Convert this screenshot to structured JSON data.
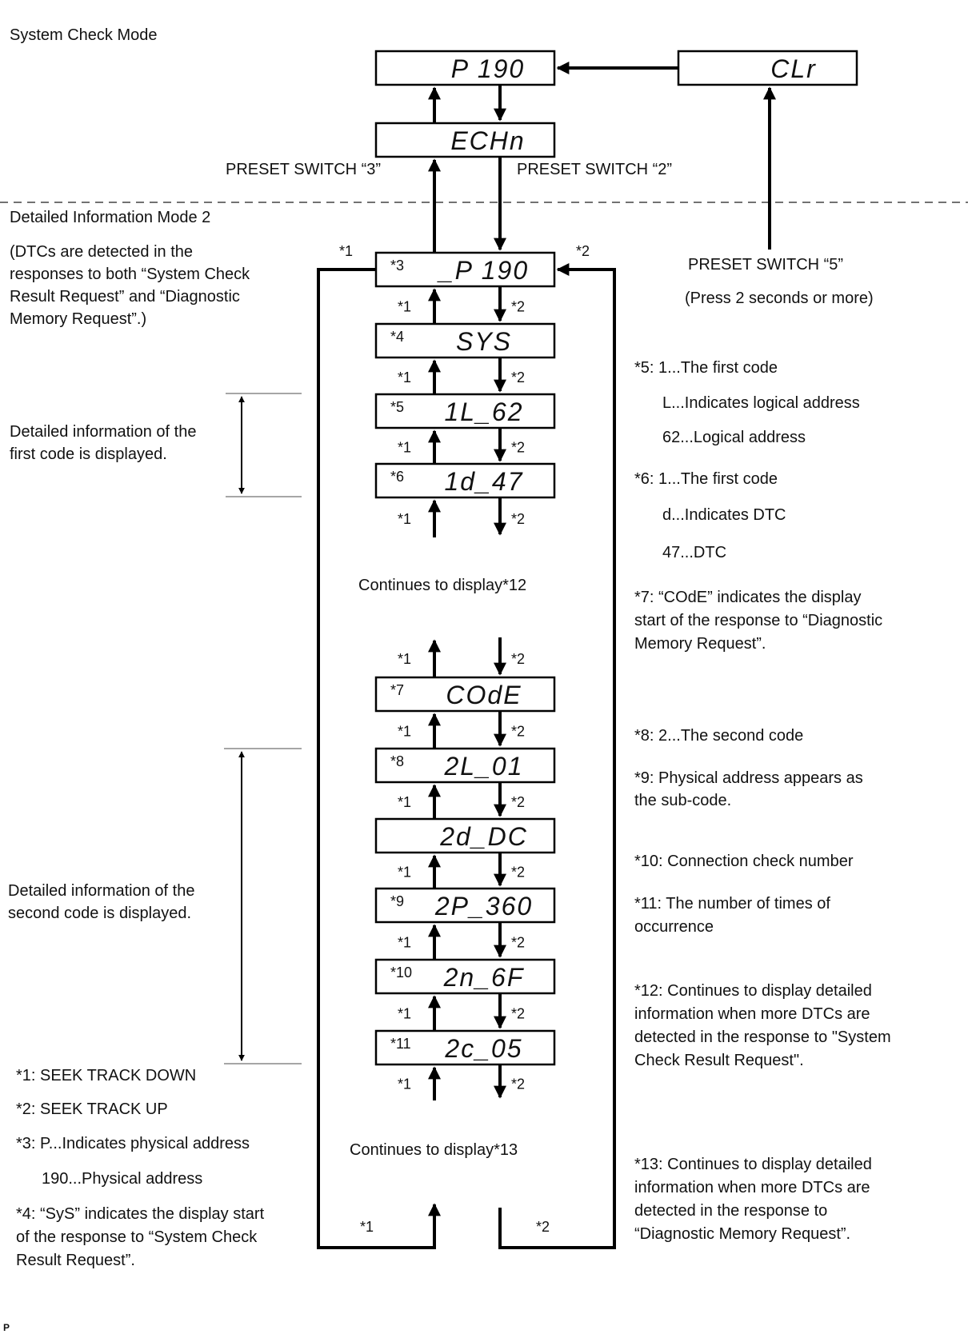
{
  "sections": {
    "system_check": "System Check Mode",
    "detailed_mode": "Detailed Information Mode 2"
  },
  "switch_labels": {
    "preset3": "PRESET SWITCH “3”",
    "preset2": "PRESET SWITCH “2”",
    "preset5": "PRESET SWITCH “5”",
    "preset5_note": "(Press 2 seconds or more)"
  },
  "top_displays": {
    "p190": "P 190",
    "clr": "CLr",
    "echn": "ECHn"
  },
  "intro_lines": [
    "(DTCs are detected in the",
    "responses to both “System Check",
    "Result Request” and “Diagnostic",
    "Memory Request”.)"
  ],
  "chain": [
    {
      "tag": "*3",
      "display": "_P 190"
    },
    {
      "tag": "*4",
      "display": "SYS"
    },
    {
      "tag": "*5",
      "display": "1L_62"
    },
    {
      "tag": "*6",
      "display": "1d_47"
    },
    {
      "tag": "*7",
      "display": "COdE"
    },
    {
      "tag": "*8",
      "display": "2L_01"
    },
    {
      "tag": "",
      "display": "2d_DC"
    },
    {
      "tag": "*9",
      "display": "2P_360"
    },
    {
      "tag": "*10",
      "display": "2n_6F"
    },
    {
      "tag": "*11",
      "display": "2c_05"
    }
  ],
  "arrow_tags": {
    "down": "*1",
    "up": "*2"
  },
  "continues": {
    "c12": "Continues to display*12",
    "c13": "Continues to display*13"
  },
  "first_code_lines": [
    "Detailed information of the",
    "first code is displayed."
  ],
  "second_code_lines": [
    "Detailed information of the",
    "second code is displayed."
  ],
  "left_notes": [
    "*1: SEEK TRACK DOWN",
    "*2: SEEK TRACK UP",
    "*3: P...Indicates physical address",
    "190...Physical address",
    "*4: “SyS” indicates the display start",
    "of the response to “System Check",
    "Result Request”."
  ],
  "right_notes": [
    "*5: 1...The first code",
    "L...Indicates logical address",
    "62...Logical address",
    "*6: 1...The first code",
    "d...Indicates DTC",
    "47...DTC",
    "*7: “COdE” indicates the display",
    "start of the response to “Diagnostic",
    "Memory Request”.",
    "*8: 2...The second code",
    "*9: Physical address appears as",
    "the sub-code.",
    "*10: Connection check number",
    "*11: The number of times of",
    "occurrence",
    "*12: Continues to display detailed",
    "information when more DTCs are",
    "detected in the response to \"System",
    "Check Result Request\".",
    "*13: Continues to display detailed",
    "information when more DTCs are",
    "detected in the response to",
    "“Diagnostic Memory Request”."
  ],
  "footer_mark": "P"
}
